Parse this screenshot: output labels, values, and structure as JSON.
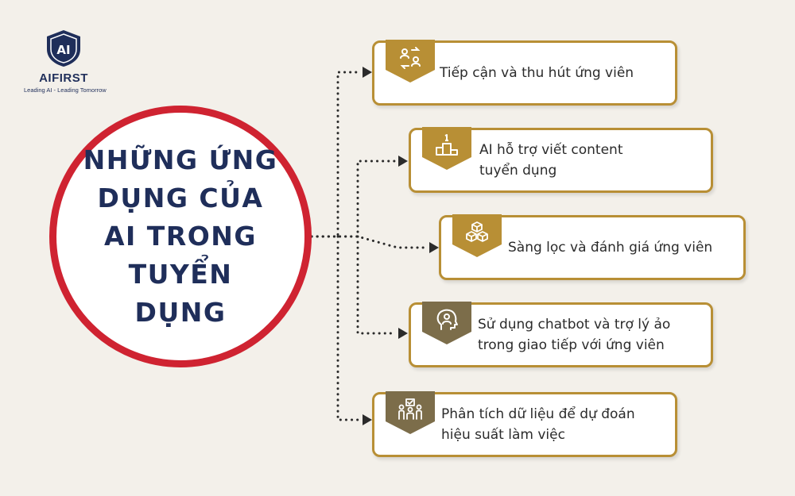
{
  "brand": {
    "name": "AIFIRST",
    "tagline": "Leading AI - Leading Tomorrow",
    "logo_letters": "AI"
  },
  "center_title": "NHỮNG ỨNG DỤNG CỦA AI TRONG TUYỂN DỤNG",
  "colors": {
    "background": "#f3f0ea",
    "circle_border": "#cf2331",
    "title": "#1f2e5a",
    "gold": "#b88f35",
    "olive": "#7c6d4a",
    "dots": "#2b2b2b"
  },
  "items": [
    {
      "label": "Tiếp cận và thu hút ứng viên",
      "icon": "people-exchange-icon",
      "accent": "gold"
    },
    {
      "label": "AI hỗ trợ viết content\ntuyển dụng",
      "icon": "podium-icon",
      "accent": "gold"
    },
    {
      "label": "Sàng lọc và đánh giá ứng viên",
      "icon": "boxes-icon",
      "accent": "gold"
    },
    {
      "label": "Sử dụng chatbot và trợ lý ảo\ntrong giao tiếp với ứng viên",
      "icon": "head-person-icon",
      "accent": "olive"
    },
    {
      "label": "Phân tích dữ liệu để dự đoán\nhiệu suất làm việc",
      "icon": "team-check-icon",
      "accent": "olive"
    }
  ]
}
